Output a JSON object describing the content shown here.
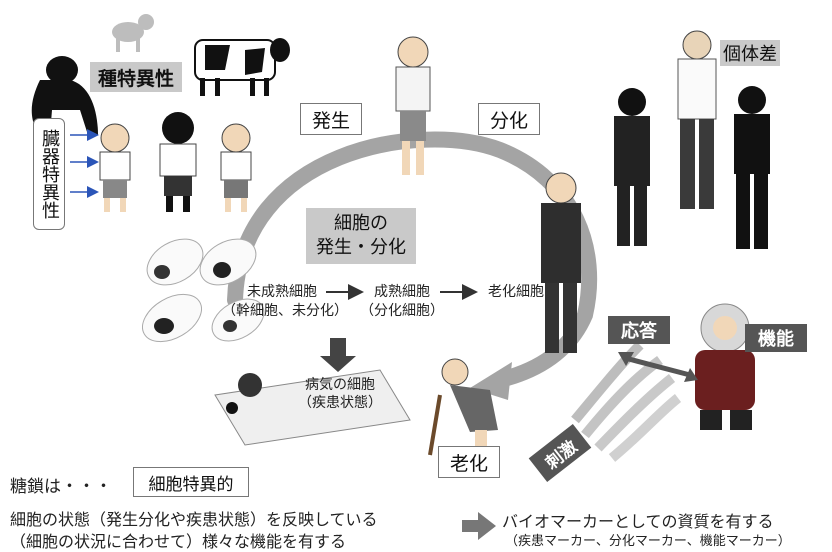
{
  "labels": {
    "species": "種特異性",
    "organ": "臓器特異性",
    "development": "発生",
    "differentiation": "分化",
    "individual": "個体差",
    "cell_dev_line1": "細胞の",
    "cell_dev_line2": "発生・分化",
    "immature": "未成熟細胞",
    "immature_sub": "（幹細胞、未分化）",
    "mature": "成熟細胞",
    "mature_sub": "（分化細胞）",
    "aging_cell": "老化細胞",
    "disease_line1": "病気の細胞",
    "disease_line2": "（疾患状態）",
    "aging": "老化",
    "response": "応答",
    "function": "機能",
    "stimulus": "刺激"
  },
  "bottom": {
    "glycan_prefix": "糖鎖は・・・",
    "glycan_box": "細胞特異的",
    "line1": "細胞の状態（発生分化や疾患状態）を反映している",
    "line2": "（細胞の状況に合わせて）様々な機能を有する",
    "biomarker_line1": "バイオマーカーとしての資質を有する",
    "biomarker_line2": "（疾患マーカー、分化マーカー、機能マーカー）"
  },
  "colors": {
    "arrow_grey": "#9a9a9a",
    "dark_label": "#555555",
    "light_label": "#c9c9c9",
    "arrow_blue": "#2b55b8"
  }
}
